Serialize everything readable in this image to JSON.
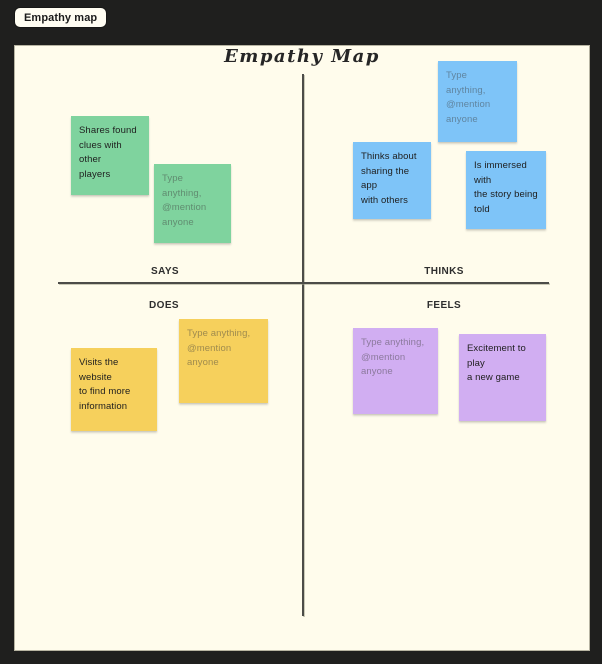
{
  "window": {
    "tab_label": "Empathy map"
  },
  "board": {
    "title": "Empathy Map",
    "quadrants": [
      {
        "id": "says",
        "label": "SAYS"
      },
      {
        "id": "thinks",
        "label": "THINKS"
      },
      {
        "id": "does",
        "label": "DOES"
      },
      {
        "id": "feels",
        "label": "FEELS"
      }
    ],
    "palette": {
      "canvas_background": "#fffcec",
      "frame_background": "#1f1f1e",
      "axis_line": "#4c4c48",
      "note_green": "#7fd39e",
      "note_blue": "#7ec4f8",
      "note_yellow": "#f6d05c",
      "note_purple": "#d1aef2",
      "placeholder_text": "rgba(62,62,62,0.48)",
      "note_text": "#1e1e1e"
    },
    "notes": [
      {
        "quadrant": "says",
        "color": "green",
        "placeholder": false,
        "lines": [
          "Shares found",
          "clues with other",
          "players"
        ]
      },
      {
        "quadrant": "says",
        "color": "green",
        "placeholder": true,
        "lines": [
          "Type anything,",
          "@mention",
          "anyone"
        ]
      },
      {
        "quadrant": "thinks",
        "color": "blue",
        "placeholder": true,
        "lines": [
          "Type anything,",
          "@mention",
          "anyone"
        ]
      },
      {
        "quadrant": "thinks",
        "color": "blue",
        "placeholder": false,
        "lines": [
          "Thinks about",
          "sharing the app",
          "with others"
        ]
      },
      {
        "quadrant": "thinks",
        "color": "blue",
        "placeholder": false,
        "lines": [
          "Is immersed with",
          "the story being",
          "told"
        ]
      },
      {
        "quadrant": "does",
        "color": "yellow",
        "placeholder": false,
        "lines": [
          "Visits the website",
          "to find more",
          "information"
        ]
      },
      {
        "quadrant": "does",
        "color": "yellow",
        "placeholder": true,
        "lines": [
          "Type anything,",
          "@mention anyone"
        ]
      },
      {
        "quadrant": "feels",
        "color": "purple",
        "placeholder": true,
        "lines": [
          "Type anything,",
          "@mention anyone"
        ]
      },
      {
        "quadrant": "feels",
        "color": "purple",
        "placeholder": false,
        "lines": [
          "Excitement to play",
          "a new game"
        ]
      }
    ]
  }
}
